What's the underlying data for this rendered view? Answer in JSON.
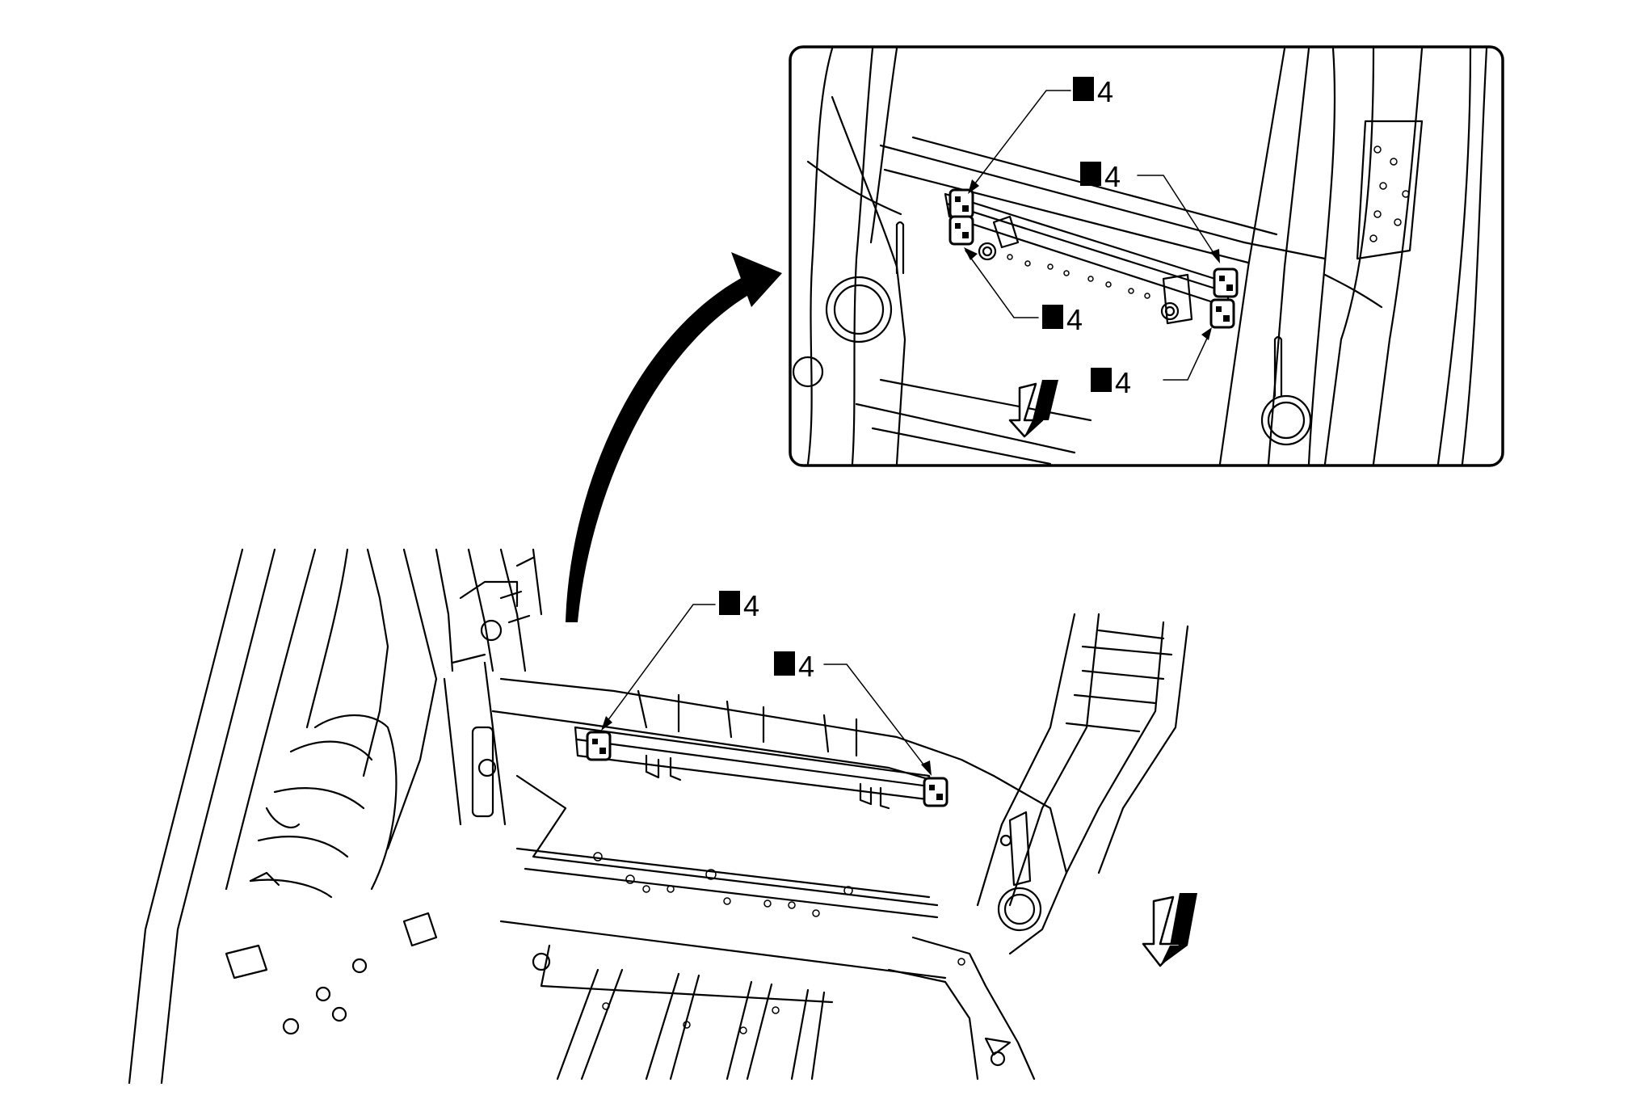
{
  "diagram": {
    "colors": {
      "line": "#000000",
      "background": "#ffffff"
    },
    "inset_callouts": [
      {
        "id": "inset-top-left",
        "text": "4"
      },
      {
        "id": "inset-top-right",
        "text": "4"
      },
      {
        "id": "inset-lower-left",
        "text": "4"
      },
      {
        "id": "inset-lower-right",
        "text": "4"
      }
    ],
    "main_callouts": [
      {
        "id": "main-left",
        "text": "4"
      },
      {
        "id": "main-right",
        "text": "4"
      }
    ],
    "icons": [
      "spot-weld-symbol",
      "front-direction-arrow",
      "zoom-arrow"
    ]
  }
}
